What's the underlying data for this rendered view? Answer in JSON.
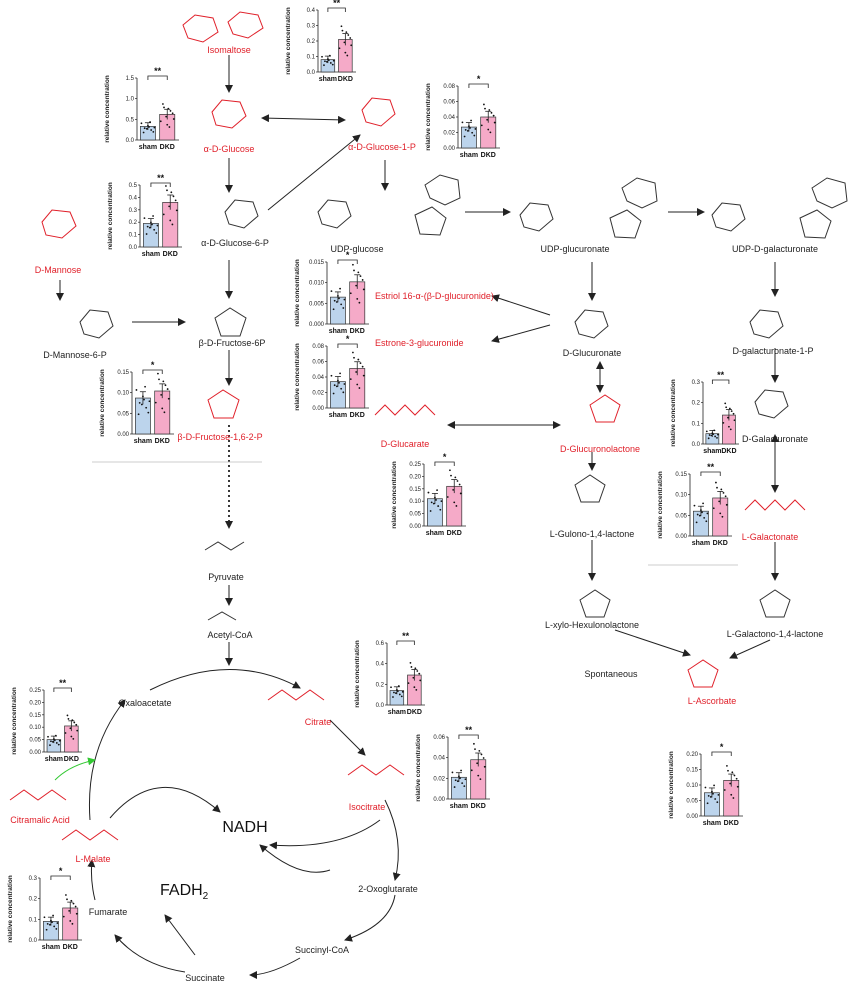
{
  "colors": {
    "highlight": "#e0202a",
    "sham_bar": "#bcd4ec",
    "dkd_bar": "#f5aac8",
    "text": "#222222",
    "green_arrow": "#32c832"
  },
  "metabolites": [
    {
      "id": "isomaltose",
      "label": "Isomaltose",
      "highlight": true
    },
    {
      "id": "a_glucose",
      "label": "α-D-Glucose",
      "highlight": true
    },
    {
      "id": "a_glucose_1p",
      "label": "α-D-Glucose-1-P",
      "highlight": true
    },
    {
      "id": "d_mannose",
      "label": "D-Mannose",
      "highlight": true
    },
    {
      "id": "a_glucose_6p",
      "label": "α-D-Glucose-6-P",
      "highlight": false
    },
    {
      "id": "udp_glucose",
      "label": "UDP-glucose",
      "highlight": false
    },
    {
      "id": "udp_glucuronate",
      "label": "UDP-glucuronate",
      "highlight": false
    },
    {
      "id": "udp_galacturonate",
      "label": "UDP-D-galacturonate",
      "highlight": false
    },
    {
      "id": "d_mannose_6p",
      "label": "D-Mannose-6-P",
      "highlight": false
    },
    {
      "id": "b_fructose_6p",
      "label": "β-D-Fructose-6P",
      "highlight": false
    },
    {
      "id": "estriol",
      "label": "Estriol 16-α-(β-D-glucuronide)",
      "highlight": true
    },
    {
      "id": "estrone",
      "label": "Estrone-3-glucuronide",
      "highlight": true
    },
    {
      "id": "d_glucuronate",
      "label": "D-Glucuronate",
      "highlight": false
    },
    {
      "id": "d_galacturonate_1p",
      "label": "D-galacturonate-1-P",
      "highlight": false
    },
    {
      "id": "b_fructose_16",
      "label": "β-D-Fructose-1,6-2-P",
      "highlight": true
    },
    {
      "id": "d_glucarate",
      "label": "D-Glucarate",
      "highlight": true
    },
    {
      "id": "d_glucuronolactone",
      "label": "D-Glucuronolactone",
      "highlight": true
    },
    {
      "id": "d_galacturonate",
      "label": "D-Galacturonate",
      "highlight": false
    },
    {
      "id": "l_gulono",
      "label": "L-Gulono-1,4-lactone",
      "highlight": false
    },
    {
      "id": "l_galactonate",
      "label": "L-Galactonate",
      "highlight": true
    },
    {
      "id": "pyruvate",
      "label": "Pyruvate",
      "highlight": false
    },
    {
      "id": "acetyl_coa",
      "label": "Acetyl-CoA",
      "highlight": false
    },
    {
      "id": "l_xylo",
      "label": "L-xylo-Hexulonolactone",
      "highlight": false
    },
    {
      "id": "l_galactono",
      "label": "L-Galactono-1,4-lactone",
      "highlight": false
    },
    {
      "id": "spontaneous",
      "label": "Spontaneous",
      "highlight": false
    },
    {
      "id": "l_ascorbate",
      "label": "L-Ascorbate",
      "highlight": true
    },
    {
      "id": "oxaloacetate",
      "label": "Oxaloacetate",
      "highlight": false
    },
    {
      "id": "citrate",
      "label": "Citrate",
      "highlight": true
    },
    {
      "id": "isocitrate",
      "label": "Isocitrate",
      "highlight": true
    },
    {
      "id": "citramalic",
      "label": "Citramalic Acid",
      "highlight": true
    },
    {
      "id": "l_malate",
      "label": "L-Malate",
      "highlight": true
    },
    {
      "id": "oxoglutarate",
      "label": "2-Oxoglutarate",
      "highlight": false
    },
    {
      "id": "fumarate",
      "label": "Fumarate",
      "highlight": false
    },
    {
      "id": "succinyl_coa",
      "label": "Succinyl-CoA",
      "highlight": false
    },
    {
      "id": "succinate",
      "label": "Succinate",
      "highlight": false
    }
  ],
  "cofactors": {
    "nadh": "NADH",
    "fadh2_base": "FADH",
    "fadh2_sub": "2"
  },
  "chart_data": [
    {
      "type": "bar",
      "id": "isomaltose",
      "ylabel": "relative concentration",
      "categories": [
        "sham",
        "DKD"
      ],
      "values": [
        0.08,
        0.21
      ],
      "ylim": [
        0,
        0.4
      ],
      "ticks": [
        "0.0",
        "0.1",
        "0.2",
        "0.3",
        "0.4"
      ],
      "significance": "**"
    },
    {
      "type": "bar",
      "id": "a_glucose",
      "ylabel": "relative concentration",
      "categories": [
        "sham",
        "DKD"
      ],
      "values": [
        0.33,
        0.62
      ],
      "ylim": [
        0,
        1.5
      ],
      "ticks": [
        "0.0",
        "0.5",
        "1.0",
        "1.5"
      ],
      "significance": "**"
    },
    {
      "type": "bar",
      "id": "a_glucose_1p",
      "ylabel": "relative concentration",
      "categories": [
        "sham",
        "DKD"
      ],
      "values": [
        0.027,
        0.04
      ],
      "ylim": [
        0,
        0.08
      ],
      "ticks": [
        "0.00",
        "0.02",
        "0.04",
        "0.06",
        "0.08"
      ],
      "significance": "*"
    },
    {
      "type": "bar",
      "id": "d_mannose",
      "ylabel": "relative concentration",
      "categories": [
        "sham",
        "DKD"
      ],
      "values": [
        0.19,
        0.36
      ],
      "ylim": [
        0,
        0.5
      ],
      "ticks": [
        "0.0",
        "0.1",
        "0.2",
        "0.3",
        "0.4",
        "0.5"
      ],
      "significance": "**"
    },
    {
      "type": "bar",
      "id": "estriol",
      "ylabel": "relative concentration",
      "categories": [
        "sham",
        "DKD"
      ],
      "values": [
        0.0065,
        0.0102
      ],
      "ylim": [
        0,
        0.015
      ],
      "ticks": [
        "0.000",
        "0.005",
        "0.010",
        "0.015"
      ],
      "significance": "*"
    },
    {
      "type": "bar",
      "id": "d_glucarate",
      "ylabel": "relative concentration",
      "categories": [
        "sham",
        "DKD"
      ],
      "values": [
        0.034,
        0.051
      ],
      "ylim": [
        0,
        0.08
      ],
      "ticks": [
        "0.00",
        "0.02",
        "0.04",
        "0.06",
        "0.08"
      ],
      "significance": "*"
    },
    {
      "type": "bar",
      "id": "b_fructose_16",
      "ylabel": "relative concentration",
      "categories": [
        "sham",
        "DKD"
      ],
      "values": [
        0.087,
        0.104
      ],
      "ylim": [
        0,
        0.15
      ],
      "ticks": [
        "0.00",
        "0.05",
        "0.10",
        "0.15"
      ],
      "significance": "*"
    },
    {
      "type": "bar",
      "id": "d_glucuronolactone",
      "ylabel": "relative concentration",
      "categories": [
        "sham",
        "DKD"
      ],
      "values": [
        0.05,
        0.14
      ],
      "ylim": [
        0,
        0.3
      ],
      "ticks": [
        "0.0",
        "0.1",
        "0.2",
        "0.3"
      ],
      "significance": "**"
    },
    {
      "type": "bar",
      "id": "estrone",
      "ylabel": "relative concentration",
      "categories": [
        "sham",
        "DKD"
      ],
      "values": [
        0.11,
        0.16
      ],
      "ylim": [
        0,
        0.25
      ],
      "ticks": [
        "0.00",
        "0.05",
        "0.10",
        "0.15",
        "0.20",
        "0.25"
      ],
      "significance": "*"
    },
    {
      "type": "bar",
      "id": "l_galactonate",
      "ylabel": "relative concentration",
      "categories": [
        "sham",
        "DKD"
      ],
      "values": [
        0.06,
        0.092
      ],
      "ylim": [
        0,
        0.15
      ],
      "ticks": [
        "0.00",
        "0.05",
        "0.10",
        "0.15"
      ],
      "significance": "**"
    },
    {
      "type": "bar",
      "id": "citrate",
      "ylabel": "relative concentration",
      "categories": [
        "sham",
        "DKD"
      ],
      "values": [
        0.14,
        0.29
      ],
      "ylim": [
        0,
        0.6
      ],
      "ticks": [
        "0.0",
        "0.2",
        "0.4",
        "0.6"
      ],
      "significance": "**"
    },
    {
      "type": "bar",
      "id": "oxaloacetate_malate",
      "ylabel": "relative concentration",
      "categories": [
        "sham",
        "DKD"
      ],
      "values": [
        0.05,
        0.105
      ],
      "ylim": [
        0,
        0.25
      ],
      "ticks": [
        "0.00",
        "0.05",
        "0.10",
        "0.15",
        "0.20",
        "0.25"
      ],
      "significance": "**"
    },
    {
      "type": "bar",
      "id": "isocitrate",
      "ylabel": "relative concentration",
      "categories": [
        "sham",
        "DKD"
      ],
      "values": [
        0.021,
        0.038
      ],
      "ylim": [
        0,
        0.06
      ],
      "ticks": [
        "0.00",
        "0.02",
        "0.04",
        "0.06"
      ],
      "significance": "**"
    },
    {
      "type": "bar",
      "id": "l_ascorbate",
      "ylabel": "relative concentration",
      "categories": [
        "sham",
        "DKD"
      ],
      "values": [
        0.075,
        0.115
      ],
      "ylim": [
        0,
        0.2
      ],
      "ticks": [
        "0.00",
        "0.05",
        "0.10",
        "0.15",
        "0.20"
      ],
      "significance": "*"
    },
    {
      "type": "bar",
      "id": "l_malate",
      "ylabel": "relative concentration",
      "categories": [
        "sham",
        "DKD"
      ],
      "values": [
        0.09,
        0.155
      ],
      "ylim": [
        0,
        0.3
      ],
      "ticks": [
        "0.0",
        "0.1",
        "0.2",
        "0.3"
      ],
      "significance": "*"
    }
  ]
}
